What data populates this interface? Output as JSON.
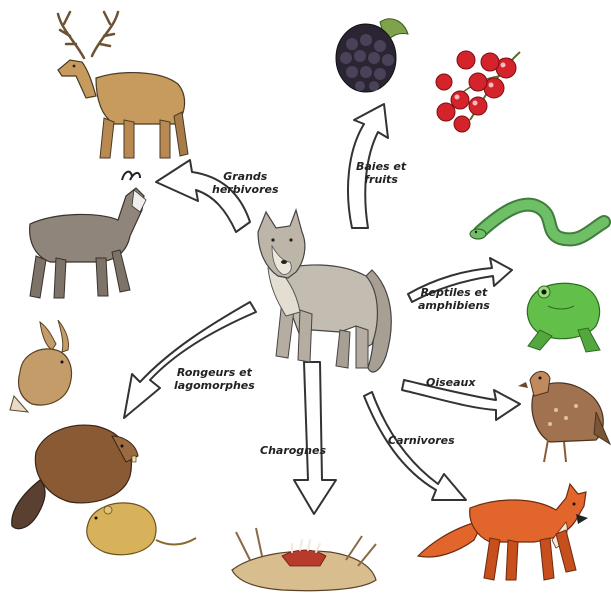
{
  "center": {
    "name": ""
  },
  "categories": [
    {
      "id": "grands-herbivores",
      "lines": [
        "Grands",
        "herbivores"
      ]
    },
    {
      "id": "baies-et-fruits",
      "lines": [
        "Baies et",
        "fruits"
      ]
    },
    {
      "id": "reptiles-et-amphibiens",
      "lines": [
        "Reptiles et",
        "amphibiens"
      ]
    },
    {
      "id": "oiseaux",
      "lines": [
        "Oiseaux"
      ]
    },
    {
      "id": "carnivores",
      "lines": [
        "Carnivores"
      ]
    },
    {
      "id": "charognes",
      "lines": [
        "Charognes"
      ]
    },
    {
      "id": "rongeurs-et-lagomorphes",
      "lines": [
        "Rongeurs et",
        "lagomorphes"
      ]
    }
  ],
  "colors": {
    "arrow_fill": "#ffffff",
    "arrow_stroke": "#333333",
    "wolf_fur": "#b9b2a6",
    "deer": "#c79a5e",
    "chamois": "#8f857a",
    "blackberry": "#2b2533",
    "redcurrant": "#d4232b",
    "snake": "#5fae5a",
    "frog": "#62c04a",
    "partridge": "#a0724f",
    "fox": "#e2652b",
    "rabbit": "#c49c6a",
    "beaver": "#8a5a34",
    "vole": "#d8b25a",
    "carcass": "#d8bd8f"
  }
}
